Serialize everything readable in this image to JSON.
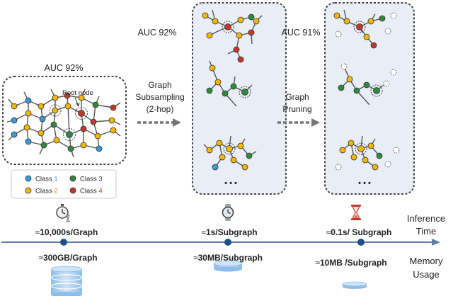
{
  "labels": {
    "auc_full": "AUC 92%",
    "auc_sub": "AUC 92%",
    "auc_pruned": "AUC 91%",
    "root_node": "Root node",
    "step1_line1": "Graph",
    "step1_line2": "Subsampling",
    "step1_line3": "(2-hop)",
    "step2_line1": "Graph",
    "step2_line2": "Pruning",
    "ellipsis": "• • •"
  },
  "legend": [
    {
      "prefix": "Class ",
      "num": "1",
      "color": "#3a9ad9",
      "num_color": "#3a9ad9"
    },
    {
      "prefix": "Class ",
      "num": "3",
      "color": "#2e8b3a",
      "num_color": "#333333"
    },
    {
      "prefix": "Class ",
      "num": "2",
      "color": "#f2b705",
      "num_color": "#e88a1a"
    },
    {
      "prefix": "Class ",
      "num": "4",
      "color": "#c0392b",
      "num_color": "#c0392b"
    }
  ],
  "axis": {
    "time_label_1": "Inference",
    "time_label_2": "Time",
    "memory_label_1": "Memory",
    "memory_label_2": "Usage"
  },
  "metrics": [
    {
      "approx": "≈",
      "time_value": "10,000s",
      "time_unit": "/Graph",
      "mem_value": "300GB",
      "mem_unit": "/Graph",
      "time_icon": "stopwatch-icon",
      "db_size": "large"
    },
    {
      "approx": "≈",
      "time_value": "1s",
      "time_unit": "/Subgraph",
      "mem_value": "30MB",
      "mem_unit": "/Subgraph",
      "time_icon": "watch-icon",
      "db_size": "medium"
    },
    {
      "approx": "≈",
      "time_value": "0.1s",
      "time_unit": "/ Subgraph",
      "mem_value": "10MB",
      "mem_unit": " /Subgraph",
      "time_icon": "hourglass-icon",
      "db_size": "small"
    }
  ],
  "colors": {
    "class1": "#3a9ad9",
    "class2": "#f2b705",
    "class3": "#2e8b3a",
    "class4": "#c0392b",
    "axis": "#5b7fa6",
    "panel_bg": "#e9eef6",
    "database": "#a9cdef"
  }
}
